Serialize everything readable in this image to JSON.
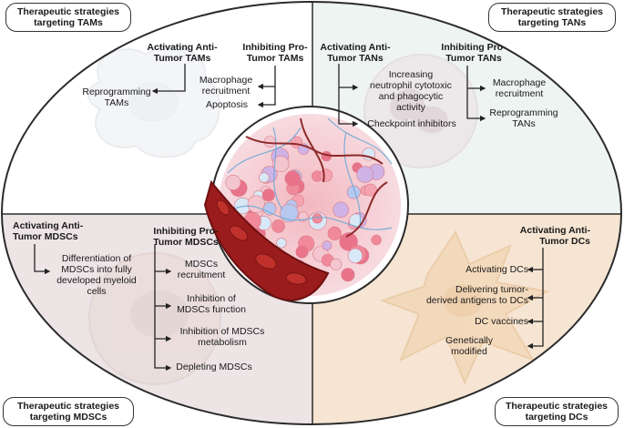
{
  "colors": {
    "tam_bg": "#ffffff",
    "tan_bg": "#eef4f2",
    "mdsc_bg": "#ede4e6",
    "dc_bg": "#f6e5d2",
    "outline": "#2b2b2b",
    "vessel": "#9b1c1c",
    "rbc": "#c0312b",
    "capillary": "#6fa9d6"
  },
  "icons": [
    "macrophage-cell-icon",
    "neutrophil-cell-icon",
    "mdsc-cell-icon",
    "dendritic-cell-icon",
    "tumor-microenvironment-icon"
  ],
  "quadrants": {
    "tam": {
      "pill": "Therapeutic strategies\ntargeting TAMs",
      "activating_header": "Activating Anti-\nTumor TAMs",
      "inhibiting_header": "Inhibiting Pro-\nTumor TAMs",
      "activating_items": [
        "Reprogramming\nTAMs"
      ],
      "inhibiting_items": [
        "Macrophage\nrecruitment",
        "Apoptosis"
      ]
    },
    "tan": {
      "pill": "Therapeutic strategies\ntargeting TANs",
      "activating_header": "Activating Anti-\nTumor TANs",
      "inhibiting_header": "Inhibiting Pro-\nTumor TANs",
      "activating_items": [
        "Increasing\nneutrophil cytotoxic\nand phagocytic\nactivity",
        "Checkpoint inhibitors"
      ],
      "inhibiting_items": [
        "Macrophage\nrecruitment",
        "Reprogramming\nTANs"
      ]
    },
    "mdsc": {
      "pill": "Therapeutic strategies\ntargeting MDSCs",
      "activating_header": "Activating Anti-\nTumor MDSCs",
      "inhibiting_header": "Inhibiting Pro-\nTumor MDSCs",
      "activating_items": [
        "Differentiation of\nMDSCs into fully\ndeveloped myeloid\ncells"
      ],
      "inhibiting_items": [
        "MDSCs\nrecruitment",
        "Inhibition of\nMDSCs function",
        "Inhibition of MDSCs\nmetabolism",
        "Depleting MDSCs"
      ]
    },
    "dc": {
      "pill": "Therapeutic strategies\ntargeting DCs",
      "activating_header": "Activating Anti-\nTumor DCs",
      "activating_items": [
        "Activating DCs",
        "Delivering tumor-\nderived antigens to DCs",
        "DC vaccines",
        "Genetically\nmodified"
      ]
    }
  }
}
